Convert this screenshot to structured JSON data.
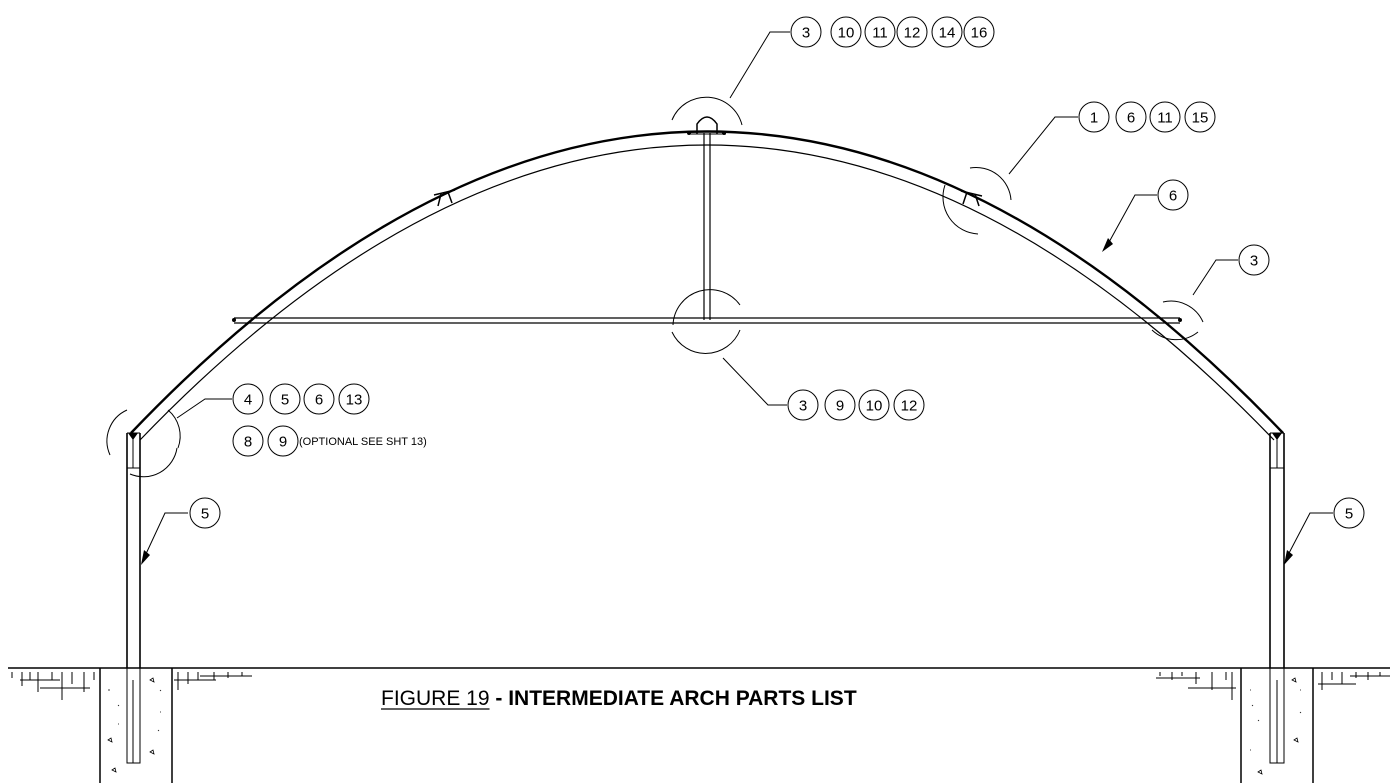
{
  "figure": {
    "title_prefix": "FIGURE 19",
    "title_separator": " - ",
    "title_main": "INTERMEDIATE ARCH PARTS LIST"
  },
  "callouts": {
    "apex": [
      "3",
      "10",
      "11",
      "12",
      "14",
      "16"
    ],
    "purlin": [
      "1",
      "6",
      "11",
      "15"
    ],
    "arch_member": [
      "6"
    ],
    "right_tie_connection": [
      "3"
    ],
    "tie_center": [
      "3",
      "9",
      "10",
      "12"
    ],
    "left_base_row1": [
      "4",
      "5",
      "6",
      "13"
    ],
    "left_base_row2": [
      "8",
      "9"
    ],
    "left_post": [
      "5"
    ],
    "right_post": [
      "5"
    ]
  },
  "notes": {
    "optional": "(OPTIONAL SEE SHT 13)"
  },
  "colors": {
    "line": "#000000",
    "background": "#ffffff"
  }
}
